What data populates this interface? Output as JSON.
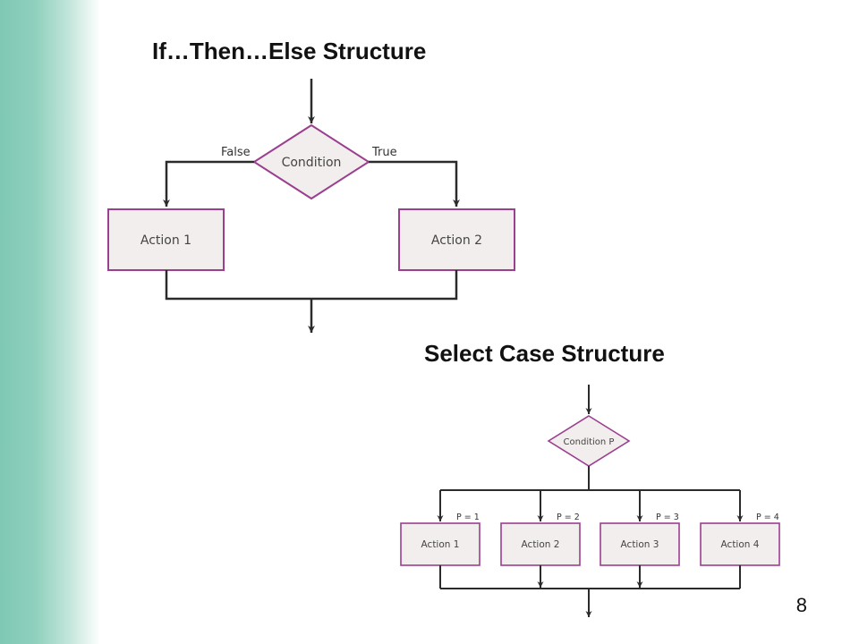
{
  "slide": {
    "page_number": "8"
  },
  "if_then_else": {
    "title": "If…Then…Else Structure",
    "condition_label": "Condition",
    "false_label": "False",
    "true_label": "True",
    "action_1_label": "Action 1",
    "action_2_label": "Action 2"
  },
  "select_case": {
    "title": "Select Case Structure",
    "condition_label": "Condition P",
    "cases": [
      {
        "guard": "P = 1",
        "action": "Action 1"
      },
      {
        "guard": "P = 2",
        "action": "Action 2"
      },
      {
        "guard": "P = 3",
        "action": "Action 3"
      },
      {
        "guard": "P = 4",
        "action": "Action 4"
      }
    ]
  },
  "colors": {
    "node_fill": "#f3eeee",
    "node_border": "#9b3f8f",
    "line": "#2b2b2b",
    "side_band": "#7fc8b4"
  }
}
